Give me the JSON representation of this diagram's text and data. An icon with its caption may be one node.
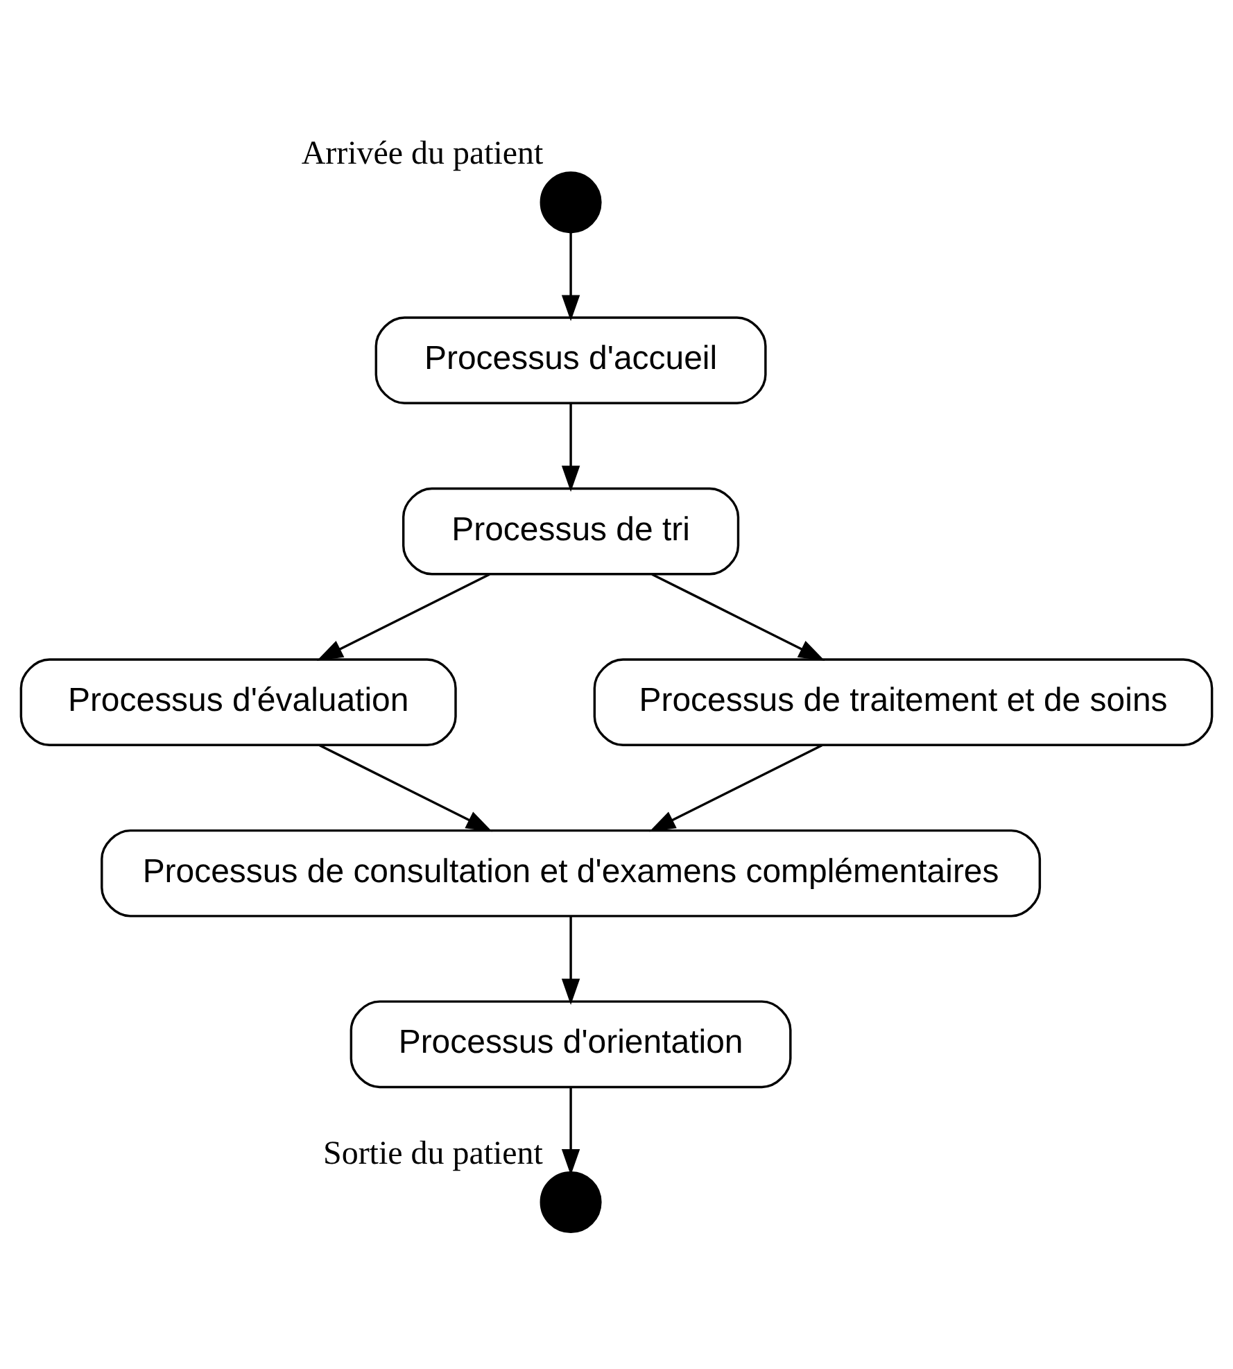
{
  "diagram": {
    "nodes": [
      {
        "text": [],
        "shape": "circle",
        "beside": [
          "Arrivée du patient"
        ]
      },
      {
        "text": [
          "Processus d'accueil"
        ]
      },
      {
        "text": [
          "Processus de tri"
        ]
      },
      {
        "text": [
          "Processus d'évaluation"
        ]
      },
      {
        "text": [
          "Processus de traitement et de soins"
        ]
      },
      {
        "text": [
          "Processus de consultation et d'examens complémentaires"
        ]
      },
      {
        "text": [
          "Processus d'orientation"
        ]
      },
      {
        "text": [],
        "shape": "circle",
        "beside": [
          "Sortie du patient"
        ]
      }
    ],
    "edges": [
      {
        "from": 0,
        "to": 1,
        "arrow": "to"
      },
      {
        "from": 1,
        "to": 2,
        "arrow": "to"
      },
      {
        "from": 2,
        "to": 3,
        "arrow": "to"
      },
      {
        "from": 2,
        "to": 4,
        "arrow": "to"
      },
      {
        "from": 3,
        "to": 5,
        "arrow": "to"
      },
      {
        "from": 4,
        "to": 5,
        "arrow": "to"
      },
      {
        "from": 5,
        "to": 6,
        "arrow": "to"
      },
      {
        "from": 6,
        "to": 7,
        "arrow": "to"
      }
    ]
  }
}
